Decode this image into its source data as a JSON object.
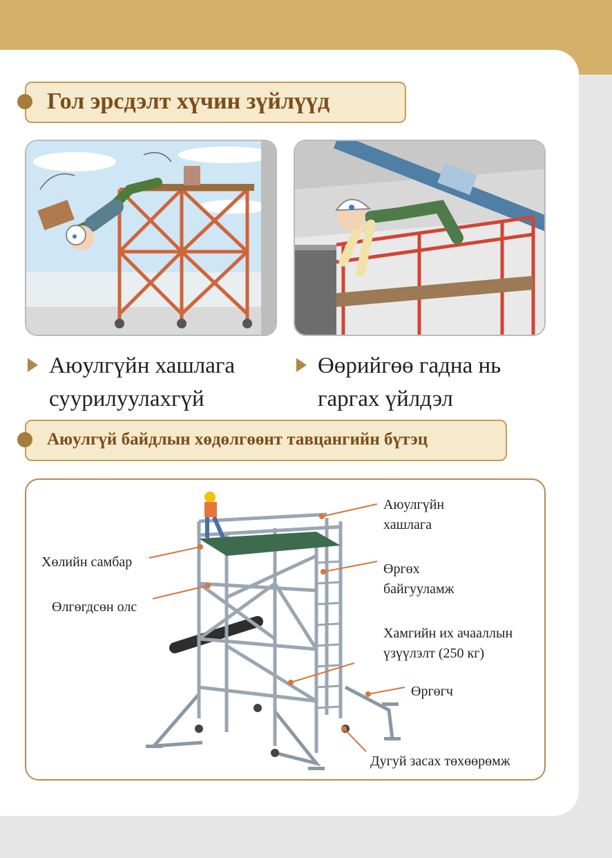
{
  "section_main": {
    "title": "Гол эрсдэлт хүчин зүйлүүд"
  },
  "risks": [
    {
      "line1": "Аюулгүйн хашлага",
      "line2": "суурилуулахгүй"
    },
    {
      "line1": "Өөрийгөө гадна нь",
      "line2": "гаргах үйлдэл"
    }
  ],
  "section_structure": {
    "title": "Аюулгүй байдлын хөдөлгөөнт тавцангийн бүтэц"
  },
  "diagram_labels": {
    "guardrail_1": "Аюулгүйн",
    "guardrail_2": "хашлага",
    "toe_board": "Хөлийн самбар",
    "bracing": "Өлгөгдсөн олс",
    "lift_1": "Өргөх",
    "lift_2": "байгууламж",
    "max_load_1": "Хамгийн их ачааллын",
    "max_load_2": "үзүүлэлт (250 кг)",
    "outrigger": "Өргөгч",
    "wheel_lock": "Дугуй засах төхөөрөмж"
  },
  "colors": {
    "band": "#d4b068",
    "header_bg": "#f7e9cc",
    "header_border": "#c59b55",
    "header_text": "#7a4e1c",
    "accent": "#b08745",
    "callout": "#d7763a"
  }
}
